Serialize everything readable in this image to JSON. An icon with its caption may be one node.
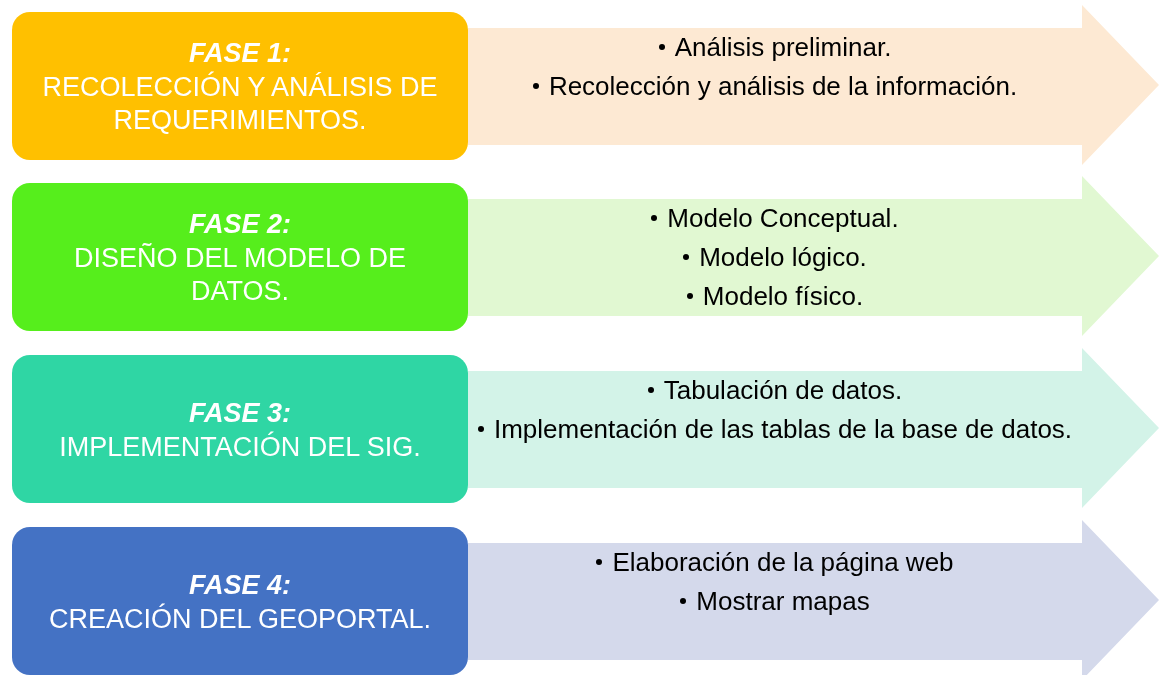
{
  "diagram": {
    "nodes": [
      {
        "text": [
          "FASE 1:",
          "RECOLECCIÓN Y ANÁLISIS DE REQUERIMIENTOS."
        ]
      },
      {
        "text": [
          "Análisis preliminar.",
          "Recolección y análisis de la información."
        ]
      },
      {
        "text": [
          "FASE 2:",
          "DISEÑO DEL MODELO DE DATOS."
        ]
      },
      {
        "text": [
          "Modelo Conceptual.",
          "Modelo lógico.",
          "Modelo físico."
        ]
      },
      {
        "text": [
          "FASE 3:",
          "IMPLEMENTACIÓN DEL SIG."
        ]
      },
      {
        "text": [
          "Tabulación de datos.",
          "Implementación de las tablas de la base de datos."
        ]
      },
      {
        "text": [
          "FASE 4:",
          "CREACIÓN DEL GEOPORTAL."
        ]
      },
      {
        "text": [
          "Elaboración de la página web",
          "Mostrar mapas"
        ]
      }
    ]
  }
}
